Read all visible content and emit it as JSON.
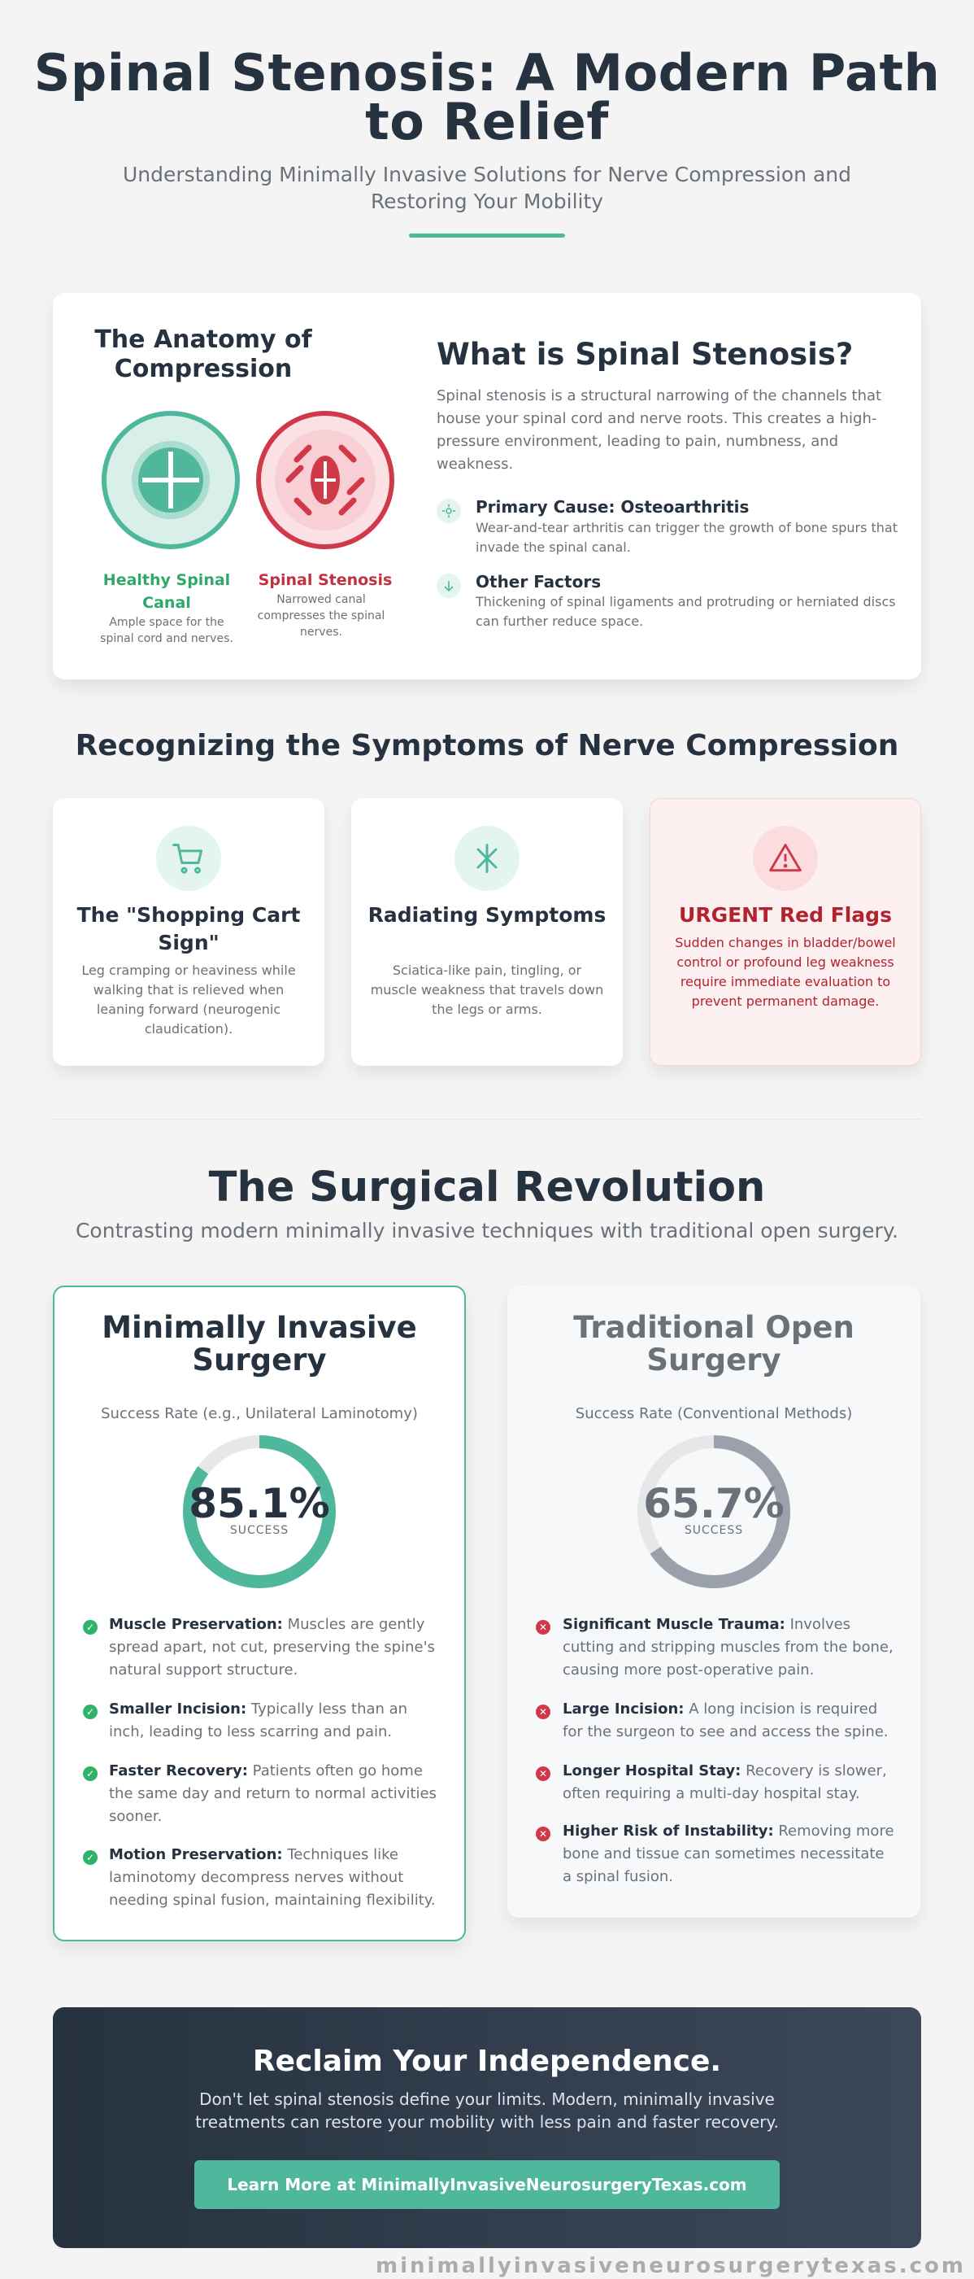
{
  "header": {
    "title": "Spinal Stenosis: A Modern Path to Relief",
    "subtitle": "Understanding Minimally Invasive Solutions for Nerve Compression and Restoring Your Mobility"
  },
  "anatomy": {
    "title": "The Anatomy of Compression",
    "healthy": {
      "title": "Healthy Spinal Canal",
      "text": "Ample space for the spinal cord and nerves."
    },
    "stenosis": {
      "title": "Spinal Stenosis",
      "text": "Narrowed canal compresses the spinal nerves."
    }
  },
  "what": {
    "title": "What is Spinal Stenosis?",
    "text": "Spinal stenosis is a structural narrowing of the channels that house your spinal cord and nerve roots. This creates a high-pressure environment, leading to pain, numbness, and weakness.",
    "facts": [
      {
        "title": "Primary Cause: Osteoarthritis",
        "text": "Wear-and-tear arthritis can trigger the growth of bone spurs that invade the spinal canal."
      },
      {
        "title": "Other Factors",
        "text": "Thickening of spinal ligaments and protruding or herniated discs can further reduce space."
      }
    ]
  },
  "symptoms": {
    "title": "Recognizing the Symptoms of Nerve Compression",
    "cards": [
      {
        "title": "The \"Shopping Cart Sign\"",
        "text": "Leg cramping or heaviness while walking that is relieved when leaning forward (neurogenic claudication)."
      },
      {
        "title": "Radiating Symptoms",
        "text": "Sciatica-like pain, tingling, or muscle weakness that travels down the legs or arms."
      },
      {
        "title": "URGENT Red Flags",
        "text": "Sudden changes in bladder/bowel control or profound leg weakness require immediate evaluation to prevent permanent damage."
      }
    ]
  },
  "surgical": {
    "title": "The Surgical Revolution",
    "subtitle": "Contrasting modern minimally invasive techniques with traditional open surgery.",
    "mis": {
      "title": "Minimally Invasive Surgery",
      "rate_label": "Success Rate (e.g., Unilateral Laminotomy)",
      "rate": 85.1,
      "rate_text": "85.1%",
      "rate_caption": "SUCCESS",
      "points": [
        {
          "b": "Muscle Preservation:",
          "t": " Muscles are gently spread apart, not cut, preserving the spine's natural support structure."
        },
        {
          "b": "Smaller Incision:",
          "t": " Typically less than an inch, leading to less scarring and pain."
        },
        {
          "b": "Faster Recovery:",
          "t": " Patients often go home the same day and return to normal activities sooner."
        },
        {
          "b": "Motion Preservation:",
          "t": " Techniques like laminotomy decompress nerves without needing spinal fusion, maintaining flexibility."
        }
      ]
    },
    "open": {
      "title": "Traditional Open Surgery",
      "rate_label": "Success Rate (Conventional Methods)",
      "rate": 65.7,
      "rate_text": "65.7%",
      "rate_caption": "SUCCESS",
      "points": [
        {
          "b": "Significant Muscle Trauma:",
          "t": " Involves cutting and stripping muscles from the bone, causing more post-operative pain."
        },
        {
          "b": "Large Incision:",
          "t": " A long incision is required for the surgeon to see and access the spine."
        },
        {
          "b": "Longer Hospital Stay:",
          "t": " Recovery is slower, often requiring a multi-day hospital stay."
        },
        {
          "b": "Higher Risk of Instability:",
          "t": " Removing more bone and tissue can sometimes necessitate a spinal fusion."
        }
      ]
    }
  },
  "cta": {
    "title": "Reclaim Your Independence.",
    "text": "Don't let spinal stenosis define your limits. Modern, minimally invasive treatments can restore your mobility with less pain and faster recovery.",
    "button": "Learn More at MinimallyInvasiveNeurosurgeryTexas.com"
  },
  "footer": "minimallyinvasiveneurosurgerytexas.com",
  "colors": {
    "accent": "#4fb79b",
    "danger": "#d0394a",
    "grey": "#9aa1aa",
    "dark": "#273240"
  },
  "icons": [
    "healthy-canal-icon",
    "stenosis-canal-icon",
    "sun-icon",
    "arrow-down-icon",
    "shopping-cart-icon",
    "asterisk-icon",
    "warning-icon",
    "check-icon",
    "x-icon"
  ]
}
